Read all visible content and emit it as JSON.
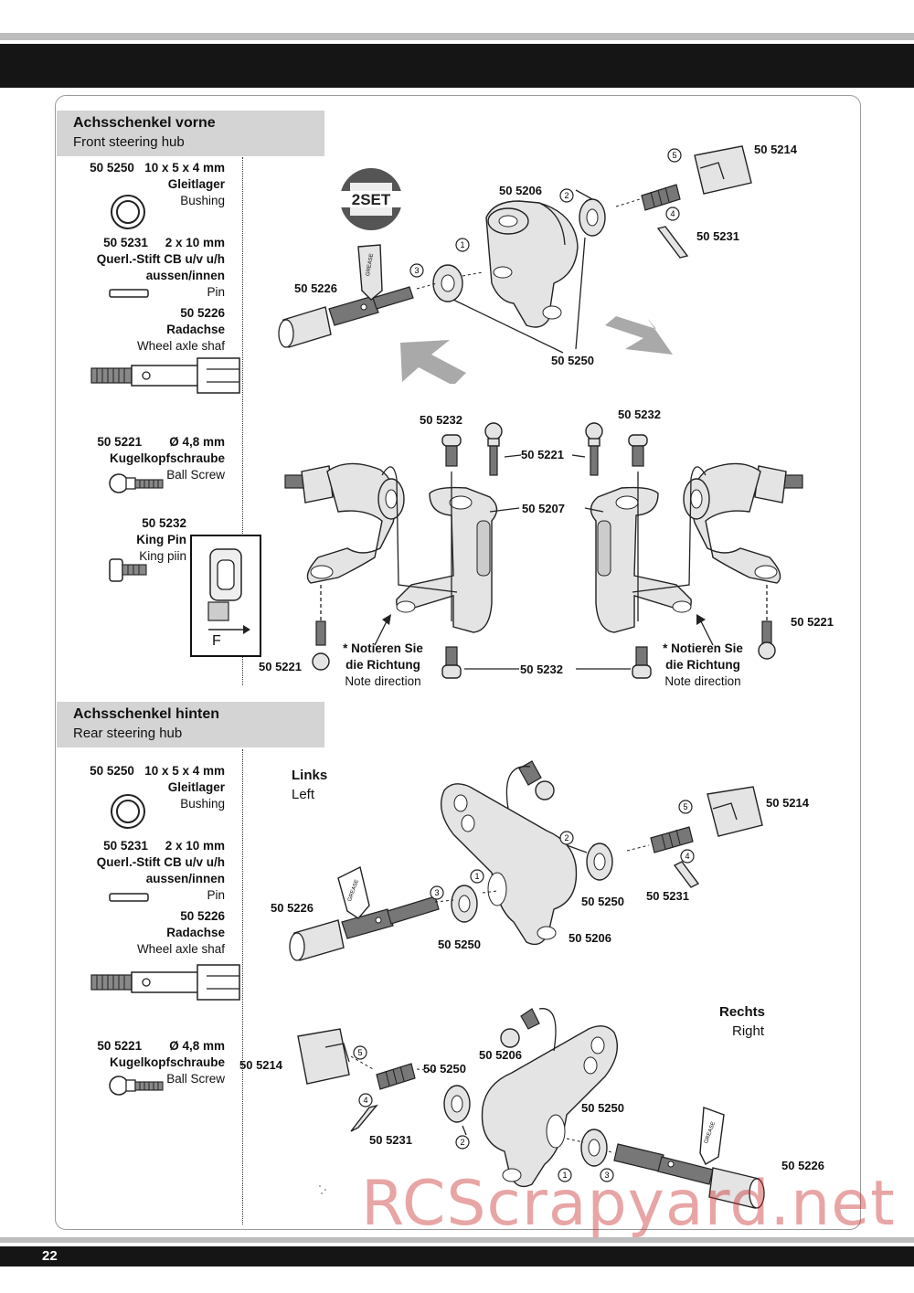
{
  "page_number": "22",
  "watermark": "RCScrapyard.net",
  "logo_text": "2SET",
  "grease_label": "GREASE",
  "front": {
    "title_de": "Achsschenkel vorne",
    "title_en": "Front steering hub",
    "parts": [
      {
        "code": "50 5250",
        "size": "10 x 5 x 4 mm",
        "name_de": "Gleitlager",
        "name_en": "Bushing"
      },
      {
        "code": "50 5231",
        "size": "2 x 10 mm",
        "name_de_1": "Querl.-Stift CB u/v u/h",
        "name_de_2": "aussen/innen",
        "name_en": "Pin"
      },
      {
        "code": "50 5226",
        "name_de": "Radachse",
        "name_en": "Wheel axle shaf"
      },
      {
        "code": "50 5221",
        "size": "Ø 4,8 mm",
        "name_de": "Kugelkopfschraube",
        "name_en": "Ball Screw"
      },
      {
        "code": "50 5232",
        "name_de": "King Pin",
        "name_en": "King piin"
      }
    ],
    "direction_letter": "F",
    "note_de_1": "* Notieren Sie",
    "note_de_2": "die Richtung",
    "note_en": "Note direction",
    "callouts": [
      "50 5214",
      "50 5206",
      "50 5231",
      "50 5226",
      "50 5250",
      "50 5232",
      "50 5221",
      "50 5207"
    ]
  },
  "rear": {
    "title_de": "Achsschenkel hinten",
    "title_en": "Rear steering hub",
    "parts": [
      {
        "code": "50 5250",
        "size": "10 x 5 x 4 mm",
        "name_de": "Gleitlager",
        "name_en": "Bushing"
      },
      {
        "code": "50 5231",
        "size": "2 x 10 mm",
        "name_de_1": "Querl.-Stift CB u/v u/h",
        "name_de_2": "aussen/innen",
        "name_en": "Pin"
      },
      {
        "code": "50 5226",
        "name_de": "Radachse",
        "name_en": "Wheel axle shaf"
      },
      {
        "code": "50 5221",
        "size": "Ø 4,8 mm",
        "name_de": "Kugelkopfschraube",
        "name_en": "Ball Screw"
      }
    ],
    "left_de": "Links",
    "left_en": "Left",
    "right_de": "Rechts",
    "right_en": "Right",
    "callouts": [
      "50 5214",
      "50 5226",
      "50 5250",
      "50 5231",
      "50 5206"
    ]
  },
  "steps": [
    "1",
    "2",
    "3",
    "4",
    "5"
  ]
}
